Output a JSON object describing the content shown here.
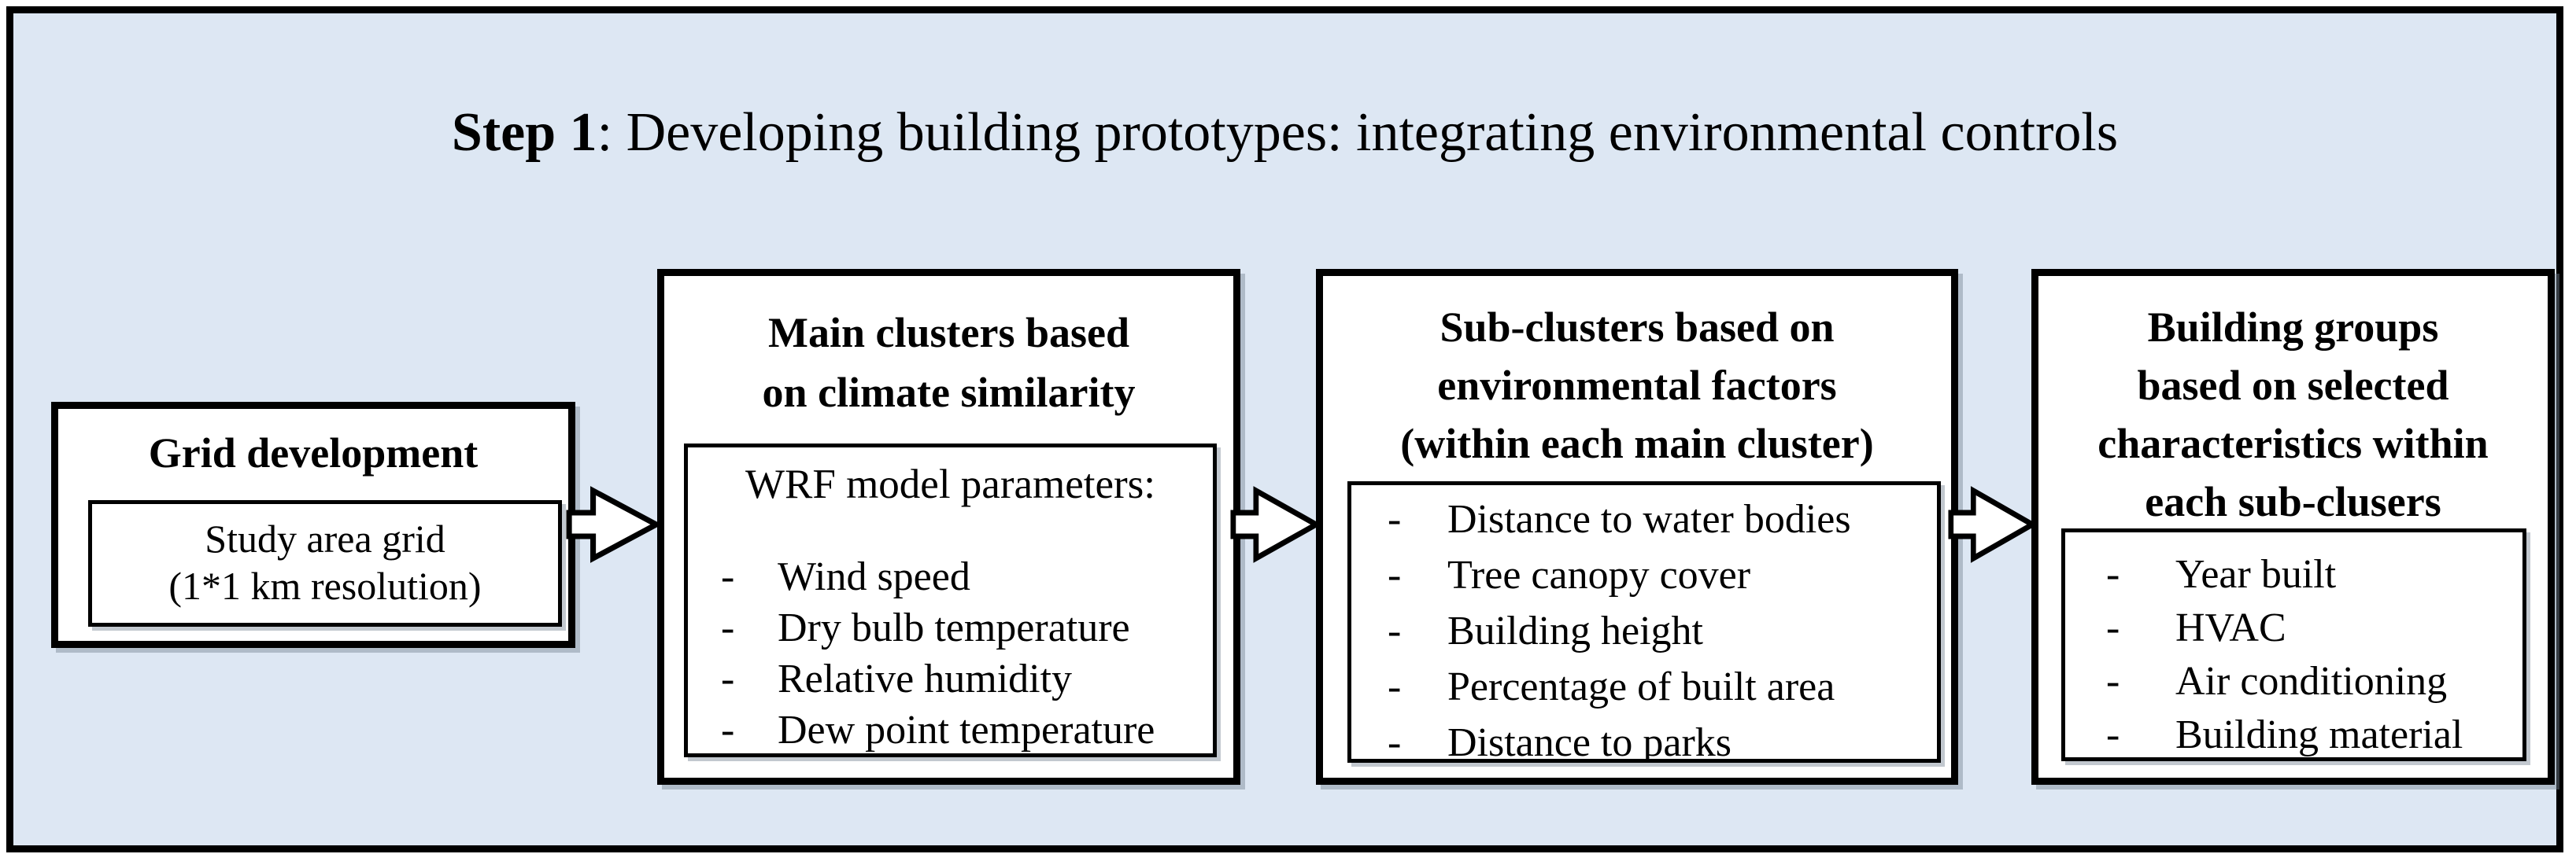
{
  "title": {
    "prefix": "Step 1",
    "rest": ": Developing building prototypes: integrating environmental controls"
  },
  "list_marker": "-",
  "colors": {
    "page_background": "#ffffff",
    "frame_fill": "#dde7f3",
    "frame_border": "#000000",
    "box_fill": "#ffffff",
    "box_border": "#000000",
    "text": "#000000",
    "arrow_fill": "#ffffff"
  },
  "boxes": [
    {
      "title_lines": [
        "Grid development"
      ],
      "inner": {
        "lines": [
          "Study area grid",
          "(1*1 km resolution)"
        ]
      }
    },
    {
      "title_lines": [
        "Main clusters based",
        "on climate similarity"
      ],
      "inner": {
        "heading": "WRF model parameters:",
        "items": [
          "Wind speed",
          "Dry bulb temperature",
          "Relative humidity",
          "Dew point temperature"
        ]
      }
    },
    {
      "title_lines": [
        "Sub-clusters based on",
        "environmental factors",
        "(within each main cluster)"
      ],
      "inner": {
        "items": [
          "Distance to water bodies",
          "Tree canopy cover",
          "Building height",
          "Percentage of built area",
          "Distance to parks"
        ]
      }
    },
    {
      "title_lines": [
        "Building groups",
        "based on selected",
        "characteristics within",
        "each sub-clusers"
      ],
      "inner": {
        "items": [
          "Year built",
          "HVAC",
          "Air conditioning",
          "Building material"
        ]
      }
    }
  ]
}
